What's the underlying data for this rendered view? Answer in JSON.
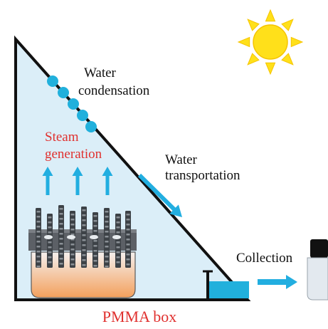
{
  "labels": {
    "water_condensation_line1": "Water",
    "water_condensation_line2": "condensation",
    "steam_generation_line1": "Steam",
    "steam_generation_line2": "generation",
    "water_transportation_line1": "Water",
    "water_transportation_line2": "transportation",
    "collection": "Collection",
    "pmma_box": "PMMA box"
  },
  "colors": {
    "box_fill": "#dbeef8",
    "box_outline": "#111111",
    "water_blue": "#21b0dc",
    "arrow_blue": "#22aee0",
    "steam_label": "#e0312f",
    "pmma_label": "#e0312f",
    "sun_yellow": "#ffe01a",
    "sun_outline": "#f5c400",
    "evaporator_top": "#f5f0ee",
    "evaporator_bottom": "#f3a05c",
    "rod_color": "#3d4247",
    "rod_base": "#5c6066",
    "bottle_fill": "#e3e9ef",
    "bottle_cap": "#111111"
  },
  "icons": {
    "sun": "sun-icon",
    "droplets": "condensation-droplets",
    "arrows": "blue-arrow",
    "bottle": "collection-bottle-icon"
  }
}
